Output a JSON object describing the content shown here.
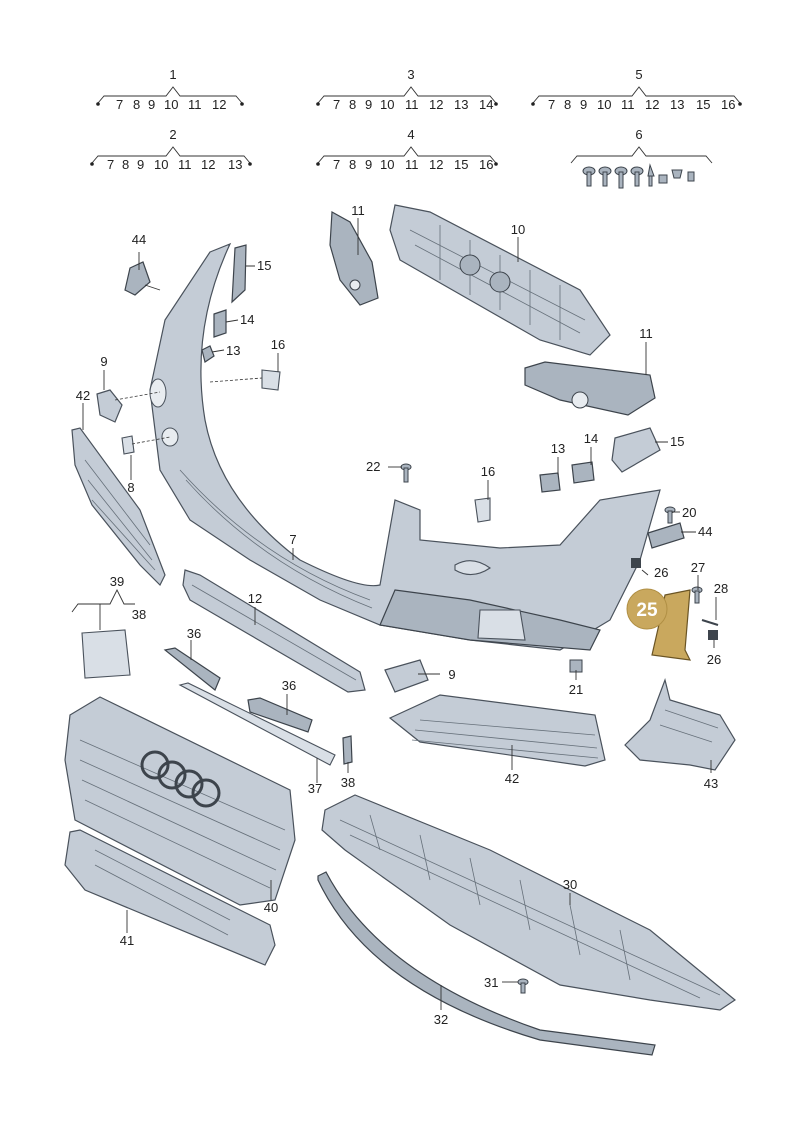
{
  "group_callouts": [
    {
      "id": "1",
      "items": [
        "7",
        "8",
        "9",
        "10",
        "11",
        "12"
      ]
    },
    {
      "id": "2",
      "items": [
        "7",
        "8",
        "9",
        "10",
        "11",
        "12",
        "13"
      ]
    },
    {
      "id": "3",
      "items": [
        "7",
        "8",
        "9",
        "10",
        "11",
        "12",
        "13",
        "14"
      ]
    },
    {
      "id": "4",
      "items": [
        "7",
        "8",
        "9",
        "10",
        "11",
        "12",
        "15",
        "16"
      ]
    },
    {
      "id": "5",
      "items": [
        "7",
        "8",
        "9",
        "10",
        "11",
        "12",
        "13",
        "15",
        "16"
      ]
    },
    {
      "id": "6",
      "items": []
    }
  ],
  "part_labels": {
    "p7": "7",
    "p8": "8",
    "p9a": "9",
    "p9b": "9",
    "p10": "10",
    "p11a": "11",
    "p11b": "11",
    "p12": "12",
    "p13a": "13",
    "p13b": "13",
    "p14a": "14",
    "p14b": "14",
    "p15a": "15",
    "p15b": "15",
    "p16a": "16",
    "p16b": "16",
    "p20": "20",
    "p21": "21",
    "p22": "22",
    "p25": "25",
    "p26a": "26",
    "p26b": "26",
    "p27": "27",
    "p28": "28",
    "p30": "30",
    "p31": "31",
    "p32": "32",
    "p36a": "36",
    "p36b": "36",
    "p37": "37",
    "p38a": "38",
    "p38b": "38",
    "p39": "39",
    "p40": "40",
    "p41": "41",
    "p42a": "42",
    "p42b": "42",
    "p43": "43",
    "p44a": "44",
    "p44b": "44"
  },
  "highlight_color": "#c9a85e"
}
